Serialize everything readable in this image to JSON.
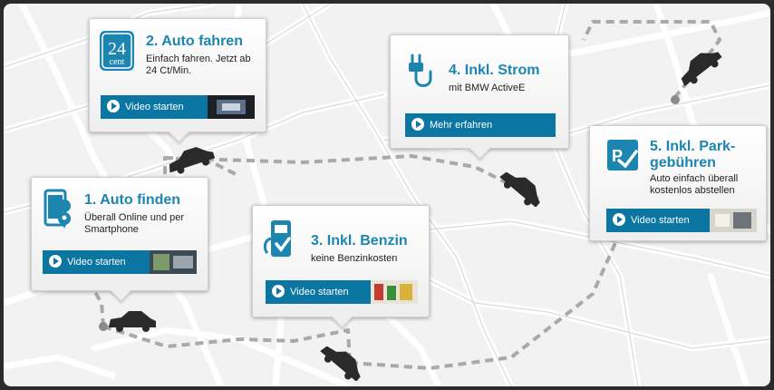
{
  "cards": [
    {
      "title": "1. Auto finden",
      "subtitle": "Überall Online und per Smartphone",
      "button": "Video starten",
      "icon": "smartphone-location-icon"
    },
    {
      "title": "2. Auto fahren",
      "subtitle": "Einfach fahren. Jetzt ab 24 Ct/Min.",
      "button": "Video starten",
      "icon": "24-cent-icon",
      "icon_text": {
        "number": "24",
        "unit": "cent"
      }
    },
    {
      "title": "3. Inkl. Benzin",
      "subtitle": "keine Benzinkosten",
      "button": "Video starten",
      "icon": "fuel-pump-check-icon"
    },
    {
      "title": "4. Inkl. Strom",
      "subtitle": "mit BMW ActiveE",
      "button": "Mehr erfahren",
      "icon": "power-plug-icon"
    },
    {
      "title": "5. Inkl. Park-gebühren",
      "title_line1": "5. Inkl. Park-",
      "title_line2": "gebühren",
      "subtitle": "Auto einfach überall kostenlos abstellen",
      "button": "Video starten",
      "icon": "parking-check-icon"
    }
  ],
  "colors": {
    "accent": "#1d86b0",
    "button": "#0c76a3",
    "map_bg": "#f2f2f2",
    "route": "#a9a9a9",
    "car": "#2a2a2a"
  }
}
